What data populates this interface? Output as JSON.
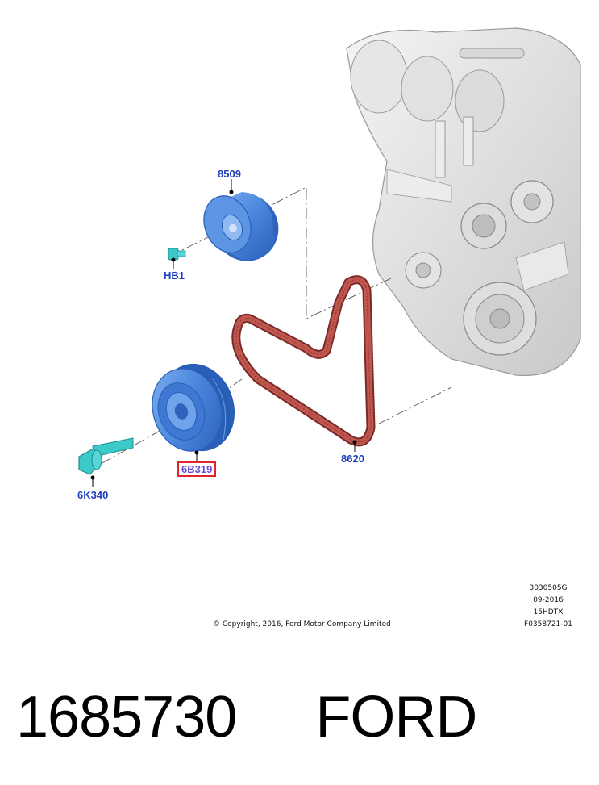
{
  "callouts": {
    "part_8509": "8509",
    "part_hb1": "HB1",
    "part_6b319": "6B319",
    "part_6k340": "6K340",
    "part_8620": "8620"
  },
  "metadata": {
    "line1": "3030505G",
    "line2": "09-2016",
    "line3": "15HDTX",
    "line4": "F0358721-01"
  },
  "copyright": "© Copyright, 2016, Ford Motor Company Limited",
  "footer": {
    "part_number": "1685730",
    "brand": "FORD"
  },
  "colors": {
    "part_blue": "#4a86de",
    "bolt_cyan": "#3cc9c9",
    "belt_red": "#b24a45",
    "callout_text": "#1f3fbf",
    "highlight_border": "#e0262b"
  }
}
